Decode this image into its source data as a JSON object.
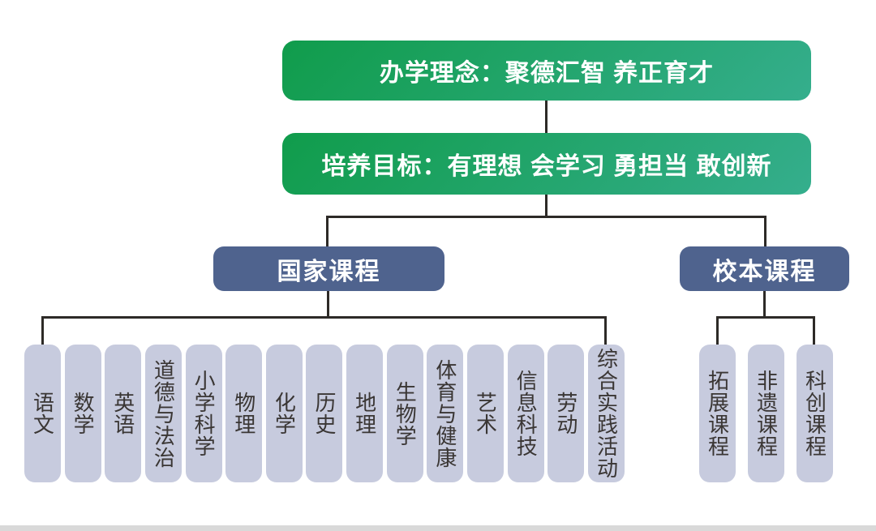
{
  "palette": {
    "green-start": "#109c4b",
    "green-end": "#35ae8d",
    "slate": "#4f638e",
    "pill-bg": "#c7cbde",
    "pill-text": "#3a3634",
    "line": "#2d2a27",
    "bottom-bar": "#d9d9d9"
  },
  "header": {
    "philosophy": "办学理念：聚德汇智 养正育才",
    "goals": "培养目标：有理想 会学习 勇担当 敢创新"
  },
  "branches": {
    "national": {
      "label": "国家课程",
      "courses": [
        "语文",
        "数学",
        "英语",
        "道德与法治",
        "小学科学",
        "物理",
        "化学",
        "历史",
        "地理",
        "生物学",
        "体育与健康",
        "艺术",
        "信息科技",
        "劳动",
        "综合实践活动"
      ]
    },
    "school": {
      "label": "校本课程",
      "courses": [
        "拓展课程",
        "非遗课程",
        "科创课程"
      ]
    }
  }
}
